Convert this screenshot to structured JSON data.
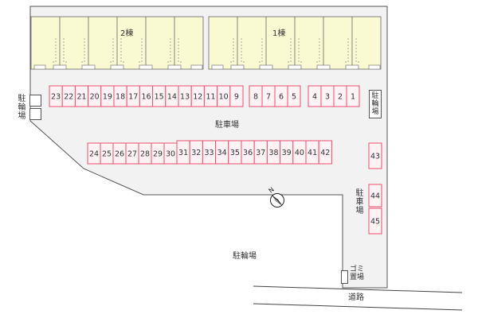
{
  "buildings": {
    "building_2": {
      "label": "2棟"
    },
    "building_1": {
      "label": "1棟"
    }
  },
  "parking": {
    "label_center": "駐車場",
    "label_right": "駐車場",
    "row_top_left": [
      "23",
      "22",
      "21",
      "20",
      "19",
      "18",
      "17",
      "16",
      "15",
      "14",
      "13",
      "12",
      "11",
      "10",
      "9"
    ],
    "row_top_mid": [
      "8",
      "7",
      "6",
      "5"
    ],
    "row_top_right": [
      "4",
      "3",
      "2",
      "1"
    ],
    "row_bottom_a": [
      "24",
      "25",
      "26",
      "27",
      "28",
      "29",
      "30"
    ],
    "row_bottom_b": [
      "31",
      "32",
      "33",
      "34",
      "35",
      "36",
      "37",
      "38",
      "39",
      "40",
      "41",
      "42"
    ],
    "right_column": [
      "43",
      "44",
      "45"
    ]
  },
  "bicycle": {
    "left_label": "駐輪場",
    "right_label": "駐輪場",
    "lower_label": "駐輪場"
  },
  "trash": {
    "label": "ゴミ置場"
  },
  "road": {
    "label": "道路"
  },
  "compass": {
    "label": "N"
  },
  "colors": {
    "building_fill": "#fafad2",
    "space_border": "#e8506e",
    "space_fill": "#fff3f5",
    "lot_fill": "#f2f2f2",
    "lot_border": "#555555"
  }
}
